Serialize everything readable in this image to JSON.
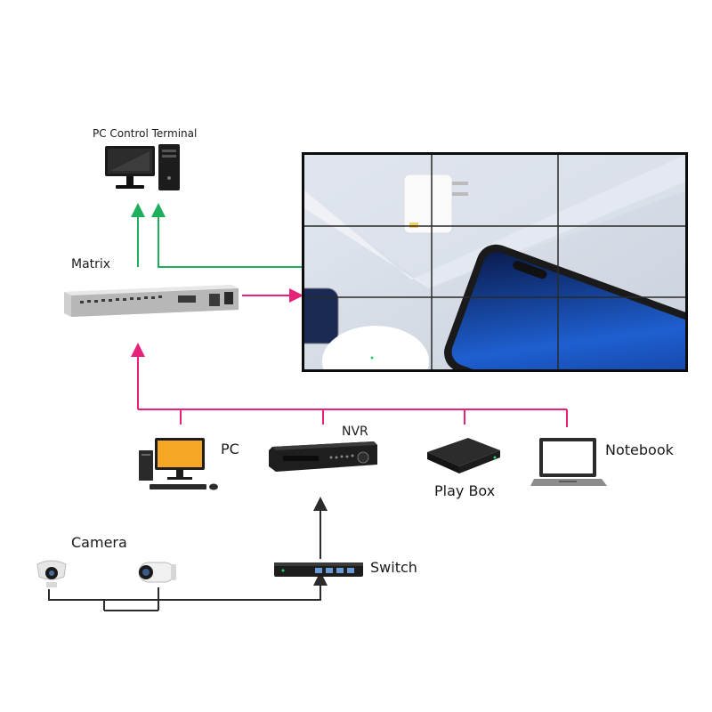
{
  "labels": {
    "pc_control_terminal": "PC Control Terminal",
    "matrix": "Matrix",
    "pc": "PC",
    "nvr": "NVR",
    "play_box": "Play Box",
    "notebook": "Notebook",
    "camera": "Camera",
    "switch": "Switch"
  },
  "video_wall": {
    "rows": 3,
    "columns": 3
  },
  "colors": {
    "control_link": "#1fae5b",
    "signal_link": "#e6227a",
    "network_link": "#2b2b2b",
    "pc_screen": "#f5a623"
  }
}
